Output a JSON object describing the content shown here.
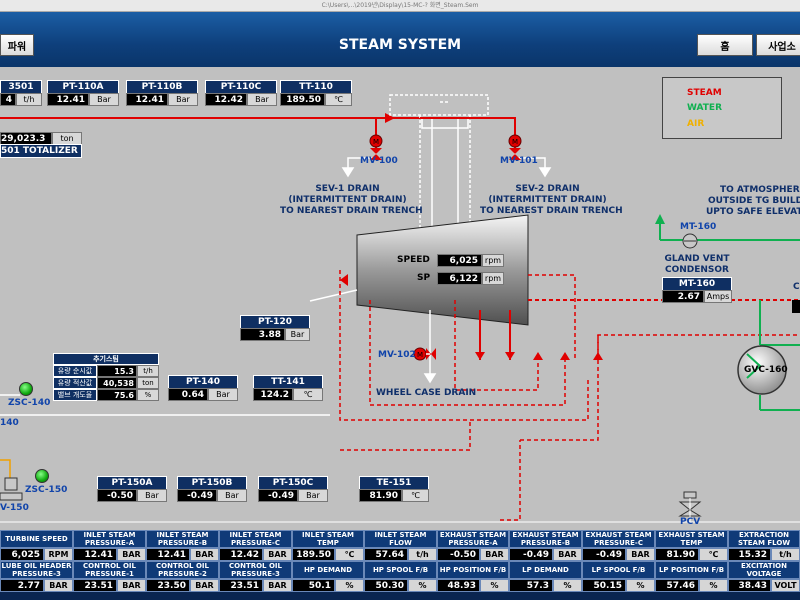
{
  "window": {
    "title": "C:\\Users\\...\\2019년\\Display\\15-MC-? 화면_Steam.Sem"
  },
  "header": {
    "left_label": "파워",
    "title": "STEAM SYSTEM",
    "home_button": "홈",
    "plant_button": "사업소"
  },
  "legend": {
    "steam": "STEAM",
    "water": "WATER",
    "air": "AIR",
    "steam_color": "#e00000",
    "water_color": "#10b050",
    "air_color": "#f0b000"
  },
  "top_instruments": [
    {
      "tag": "3501",
      "value": "4",
      "unit": "t/h"
    },
    {
      "tag": "PT-110A",
      "value": "12.41",
      "unit": "Bar"
    },
    {
      "tag": "PT-110B",
      "value": "12.41",
      "unit": "Bar"
    },
    {
      "tag": "PT-110C",
      "value": "12.42",
      "unit": "Bar"
    },
    {
      "tag": "TT-110",
      "value": "189.50",
      "unit": "℃"
    }
  ],
  "totalizer": {
    "value": "29,023.3",
    "unit": "ton",
    "label": "501 TOTALIZER"
  },
  "valves": {
    "mv100": "MV-100",
    "mv101": "MV-101",
    "mv102": "MV-102"
  },
  "drains": {
    "sev1": [
      "SEV-1 DRAIN",
      "(INTERMITTENT DRAIN)",
      "TO NEAREST DRAIN TRENCH"
    ],
    "sev2": [
      "SEV-2 DRAIN",
      "(INTERMITTENT DRAIN)",
      "TO NEAREST DRAIN TRENCH"
    ],
    "wheel": "WHEEL CASE DRAIN"
  },
  "atmosphere": [
    "TO ATMOSPHERE",
    "OUTSIDE TG BUILD",
    "UPTO SAFE ELEVAT"
  ],
  "turbine": {
    "speed_label": "SPEED",
    "speed_value": "6,025",
    "speed_unit": "rpm",
    "sp_label": "SP",
    "sp_value": "6,122",
    "sp_unit": "rpm"
  },
  "gland": {
    "tag": "MT-160",
    "label1": "GLAND VENT",
    "label2": "CONDENSOR",
    "box_label": "MT-160",
    "value": "2.67",
    "unit": "Amps",
    "gvc": "GVC-160",
    "edge_letter": "C"
  },
  "pt120": {
    "tag": "PT-120",
    "value": "3.88",
    "unit": "Bar"
  },
  "korean_box": {
    "title": "추기스팀",
    "rows": [
      {
        "label": "유량 순시값",
        "value": "15.3",
        "unit": "t/h"
      },
      {
        "label": "유량 적산값",
        "value": "40,538",
        "unit": "ton"
      },
      {
        "label": "밸브 개도율",
        "value": "75.6",
        "unit": "%"
      }
    ]
  },
  "pt140": {
    "tag": "PT-140",
    "value": "0.64",
    "unit": "Bar"
  },
  "tt141": {
    "tag": "TT-141",
    "value": "124.2",
    "unit": "℃"
  },
  "zsc140": "ZSC-140",
  "label140": "140",
  "zsc150": "ZSC-150",
  "v150": "V-150",
  "pt150a": {
    "tag": "PT-150A",
    "value": "-0.50",
    "unit": "Bar"
  },
  "pt150b": {
    "tag": "PT-150B",
    "value": "-0.49",
    "unit": "Bar"
  },
  "pt150c": {
    "tag": "PT-150C",
    "value": "-0.49",
    "unit": "Bar"
  },
  "te151": {
    "tag": "TE-151",
    "value": "81.90",
    "unit": "℃"
  },
  "pcv": "PCV",
  "summary": {
    "row1": [
      {
        "label": "TURBINE SPEED",
        "value": "6,025",
        "unit": "RPM"
      },
      {
        "label": "INLET STEAM PRESSURE-A",
        "value": "12.41",
        "unit": "BAR"
      },
      {
        "label": "INLET STEAM PRESSURE-B",
        "value": "12.41",
        "unit": "BAR"
      },
      {
        "label": "INLET STEAM PRESSURE-C",
        "value": "12.42",
        "unit": "BAR"
      },
      {
        "label": "INLET STEAM TEMP",
        "value": "189.50",
        "unit": "℃"
      },
      {
        "label": "INLET STEAM FLOW",
        "value": "57.64",
        "unit": "t/h"
      },
      {
        "label": "EXHAUST STEAM PRESSURE-A",
        "value": "-0.50",
        "unit": "BAR"
      },
      {
        "label": "EXHAUST STEAM PRESSURE-B",
        "value": "-0.49",
        "unit": "BAR"
      },
      {
        "label": "EXHAUST STEAM PRESSURE-C",
        "value": "-0.49",
        "unit": "BAR"
      },
      {
        "label": "EXHAUST STEAM TEMP",
        "value": "81.90",
        "unit": "℃"
      },
      {
        "label": "EXTRACTION STEAM FLOW",
        "value": "15.32",
        "unit": "t/h"
      }
    ],
    "row2": [
      {
        "label": "LUBE OIL HEADER PRESSURE-3",
        "value": "2.77",
        "unit": "BAR"
      },
      {
        "label": "CONTROL OIL PRESSURE-1",
        "value": "23.51",
        "unit": "BAR"
      },
      {
        "label": "CONTROL OIL PRESSURE-2",
        "value": "23.50",
        "unit": "BAR"
      },
      {
        "label": "CONTROL OIL PRESSURE-3",
        "value": "23.51",
        "unit": "BAR"
      },
      {
        "label": "HP DEMAND",
        "value": "50.1",
        "unit": "%"
      },
      {
        "label": "HP SPOOL F/B",
        "value": "50.30",
        "unit": "%"
      },
      {
        "label": "HP POSITION F/B",
        "value": "48.93",
        "unit": "%"
      },
      {
        "label": "LP DEMAND",
        "value": "57.3",
        "unit": "%"
      },
      {
        "label": "LP SPOOL F/B",
        "value": "50.15",
        "unit": "%"
      },
      {
        "label": "LP POSITION F/B",
        "value": "57.46",
        "unit": "%"
      },
      {
        "label": "EXCITATION VOLTAGE",
        "value": "38.43",
        "unit": "VOLT"
      }
    ]
  }
}
